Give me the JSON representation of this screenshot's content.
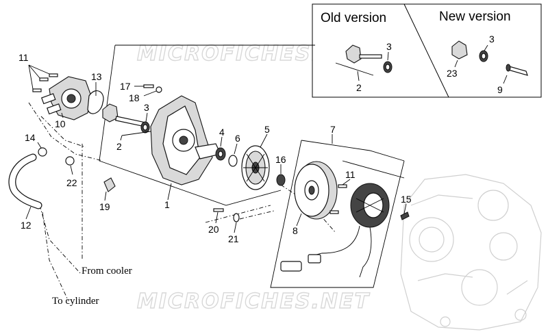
{
  "watermark": {
    "top": "MICROFICHES.NET",
    "bottom": "MICROFICHES.NET"
  },
  "inset": {
    "old_heading": "Old version",
    "new_heading": "New version",
    "old_labels": {
      "p3": "3",
      "p2": "2"
    },
    "new_labels": {
      "p3": "3",
      "p23": "23",
      "p9": "9"
    }
  },
  "labels": {
    "p11a": "11",
    "p13": "13",
    "p17": "17",
    "p18": "18",
    "p3": "3",
    "p10": "10",
    "p2": "2",
    "p4": "4",
    "p6": "6",
    "p5": "5",
    "p7": "7",
    "p14": "14",
    "p22": "22",
    "p16": "16",
    "p11b": "11",
    "p19": "19",
    "p1": "1",
    "p15": "15",
    "p12": "12",
    "p20": "20",
    "p8": "8",
    "p21": "21"
  },
  "captions": {
    "from_cooler": "From cooler",
    "to_cylinder": "To cylinder"
  }
}
